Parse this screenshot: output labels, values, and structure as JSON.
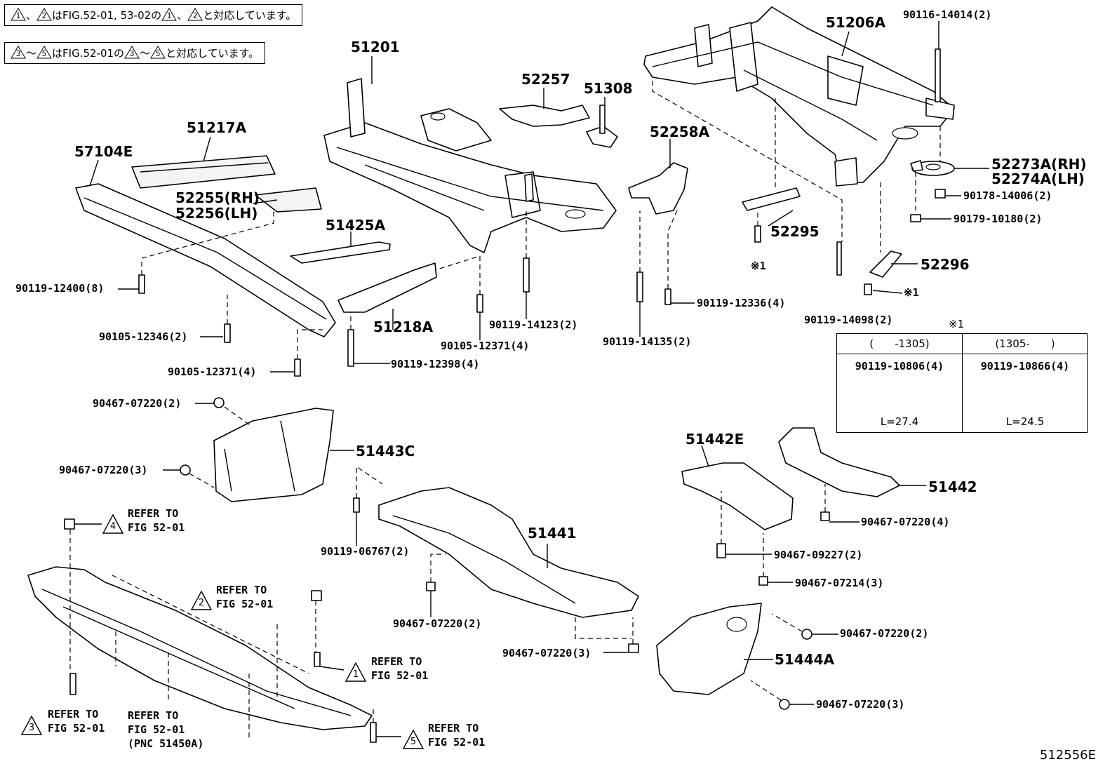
{
  "notes": [
    {
      "tri_a": "1",
      "sep": "、",
      "tri_b": "2",
      "text1": "はFIG.52-01, 53-02の",
      "tri_c": "1",
      "sep2": "、",
      "tri_d": "2",
      "text2": "と対応しています。"
    },
    {
      "tri_a": "3",
      "sep": "～",
      "tri_b": "5",
      "text1": "はFIG.52-01の",
      "tri_c": "3",
      "sep2": "～",
      "tri_d": "5",
      "text2": "と対応しています。"
    }
  ],
  "labels": {
    "p51201": "51201",
    "p51206A": "51206A",
    "p90116_14014": "90116-14014(2)",
    "p52257": "52257",
    "p51308": "51308",
    "p51217A": "51217A",
    "p57104E": "57104E",
    "p52255": "52255(RH)",
    "p52256": "52256(LH)",
    "p51425A": "51425A",
    "p52258A": "52258A",
    "p52273A": "52273A(RH)",
    "p52274A": "52274A(LH)",
    "p90178_14006": "90178-14006(2)",
    "p90179_10180": "90179-10180(2)",
    "p52295": "52295",
    "p52296": "52296",
    "mark1a": "※1",
    "mark1b": "※1",
    "p90119_12400": "90119-12400(8)",
    "p90119_12336": "90119-12336(4)",
    "p90105_12346": "90105-12346(2)",
    "p51218A": "51218A",
    "p90119_14123": "90119-14123(2)",
    "p90119_14098": "90119-14098(2)",
    "p90105_12371a": "90105-12371(4)",
    "p90119_14135": "90119-14135(2)",
    "p90105_12371b": "90105-12371(4)",
    "p90119_12398": "90119-12398(4)",
    "p90467_07220_2a": "90467-07220(2)",
    "p51443C": "51443C",
    "p90467_07220_3a": "90467-07220(3)",
    "p51442E": "51442E",
    "p51442": "51442",
    "p90467_07220_4": "90467-07220(4)",
    "p51441": "51441",
    "p90119_06767": "90119-06767(2)",
    "p90467_09227": "90467-09227(2)",
    "p90467_07214": "90467-07214(3)",
    "p90467_07220_2b": "90467-07220(2)",
    "p90467_07220_2c": "90467-07220(2)",
    "p90467_07220_3b": "90467-07220(3)",
    "p51444A": "51444A",
    "p90467_07220_3c": "90467-07220(3)"
  },
  "refers": [
    {
      "num": "4",
      "line1": "REFER TO",
      "line2": "FIG 52-01",
      "line3": ""
    },
    {
      "num": "2",
      "line1": "REFER TO",
      "line2": "FIG 52-01",
      "line3": ""
    },
    {
      "num": "1",
      "line1": "REFER TO",
      "line2": "FIG 52-01",
      "line3": ""
    },
    {
      "num": "3",
      "line1": "REFER TO",
      "line2": "FIG 52-01",
      "line3": ""
    },
    {
      "num": "",
      "line1": "REFER TO",
      "line2": "FIG 52-01",
      "line3": "(PNC 51450A)"
    },
    {
      "num": "5",
      "line1": "REFER TO",
      "line2": "FIG 52-01",
      "line3": ""
    }
  ],
  "bolt_table": {
    "mark": "※1",
    "col1": {
      "header": "(　　-1305)",
      "part": "90119-10806(4)",
      "length": "L=27.4"
    },
    "col2": {
      "header": "(1305-　　)",
      "part": "90119-10866(4)",
      "length": "L=24.5"
    }
  },
  "footer": "512556E"
}
